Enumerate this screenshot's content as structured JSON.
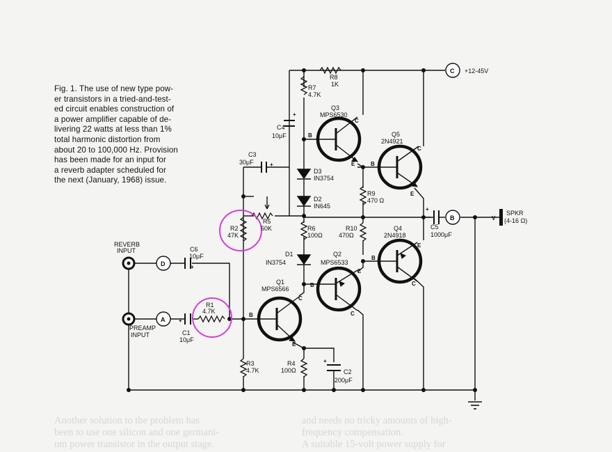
{
  "caption": [
    "Fig. 1. The use of new type pow-",
    "er transistors in a tried-and-test-",
    "ed circuit enables construction of",
    "a power amplifier capable of de-",
    "livering 22 watts at less than 1%",
    "total harmonic distortion from",
    "about 20 to 100,000 Hz. Provision",
    "has been made for an input for",
    "a reverb adapter scheduled for",
    "the next (January, 1968) issue."
  ],
  "bleed_through": {
    "left": [
      "Another solution to the problem has",
      "been to use one silicon and one germani-",
      "um power transistor in the output stage."
    ],
    "right": [
      "and needs no tricky amounts of high-",
      "frequency compensation.",
      "A suitable 15-volt power supply for"
    ]
  },
  "supply": {
    "terminal": "C",
    "label": "+12-45V"
  },
  "inputs": {
    "reverb": {
      "label1": "REVERB",
      "label2": "INPUT",
      "terminal": "D"
    },
    "preamp": {
      "label1": "PREAMP",
      "label2": "INPUT",
      "terminal": "A"
    }
  },
  "output": {
    "terminal": "B",
    "label1": "SPKR",
    "label2": "(4-16 Ω)",
    "pin_v": "V"
  },
  "components": {
    "R1": {
      "name": "R1",
      "value": "4.7K"
    },
    "R2": {
      "name": "R2",
      "value": "47K"
    },
    "R3": {
      "name": "R3",
      "value": "4.7K"
    },
    "R4": {
      "name": "R4",
      "value": "100Ω"
    },
    "R5": {
      "name": "R5",
      "value": "50K"
    },
    "R6": {
      "name": "R6",
      "value": "100Ω"
    },
    "R7": {
      "name": "R7",
      "value": "4.7K"
    },
    "R8": {
      "name": "R8",
      "value": "1K"
    },
    "R9": {
      "name": "R9",
      "value": "470 Ω"
    },
    "R10": {
      "name": "R10",
      "value": "470Ω"
    },
    "C1": {
      "name": "C1",
      "value": "10μF"
    },
    "C2": {
      "name": "C2",
      "value": "200μF"
    },
    "C3": {
      "name": "C3",
      "value": "30μF"
    },
    "C4": {
      "name": "C4",
      "value": "10μF"
    },
    "C5": {
      "name": "C5",
      "value": "1000μF"
    },
    "C6": {
      "name": "C6",
      "value": "10μF"
    },
    "D1": {
      "name": "D1",
      "value": "IN3754"
    },
    "D2": {
      "name": "D2",
      "value": "IN645"
    },
    "D3": {
      "name": "D3",
      "value": "IN3754"
    },
    "Q1": {
      "name": "Q1",
      "value": "MPS6566"
    },
    "Q2": {
      "name": "Q2",
      "value": "MPS6533"
    },
    "Q3": {
      "name": "Q3",
      "value": "MPS6530"
    },
    "Q4": {
      "name": "Q4",
      "value": "2N4918"
    },
    "Q5": {
      "name": "Q5",
      "value": "2N4921"
    }
  },
  "pins": {
    "b": "B",
    "c": "C",
    "e": "E",
    "plus": "+"
  },
  "highlight_color": "#d23fd6",
  "ink_color": "#111111"
}
